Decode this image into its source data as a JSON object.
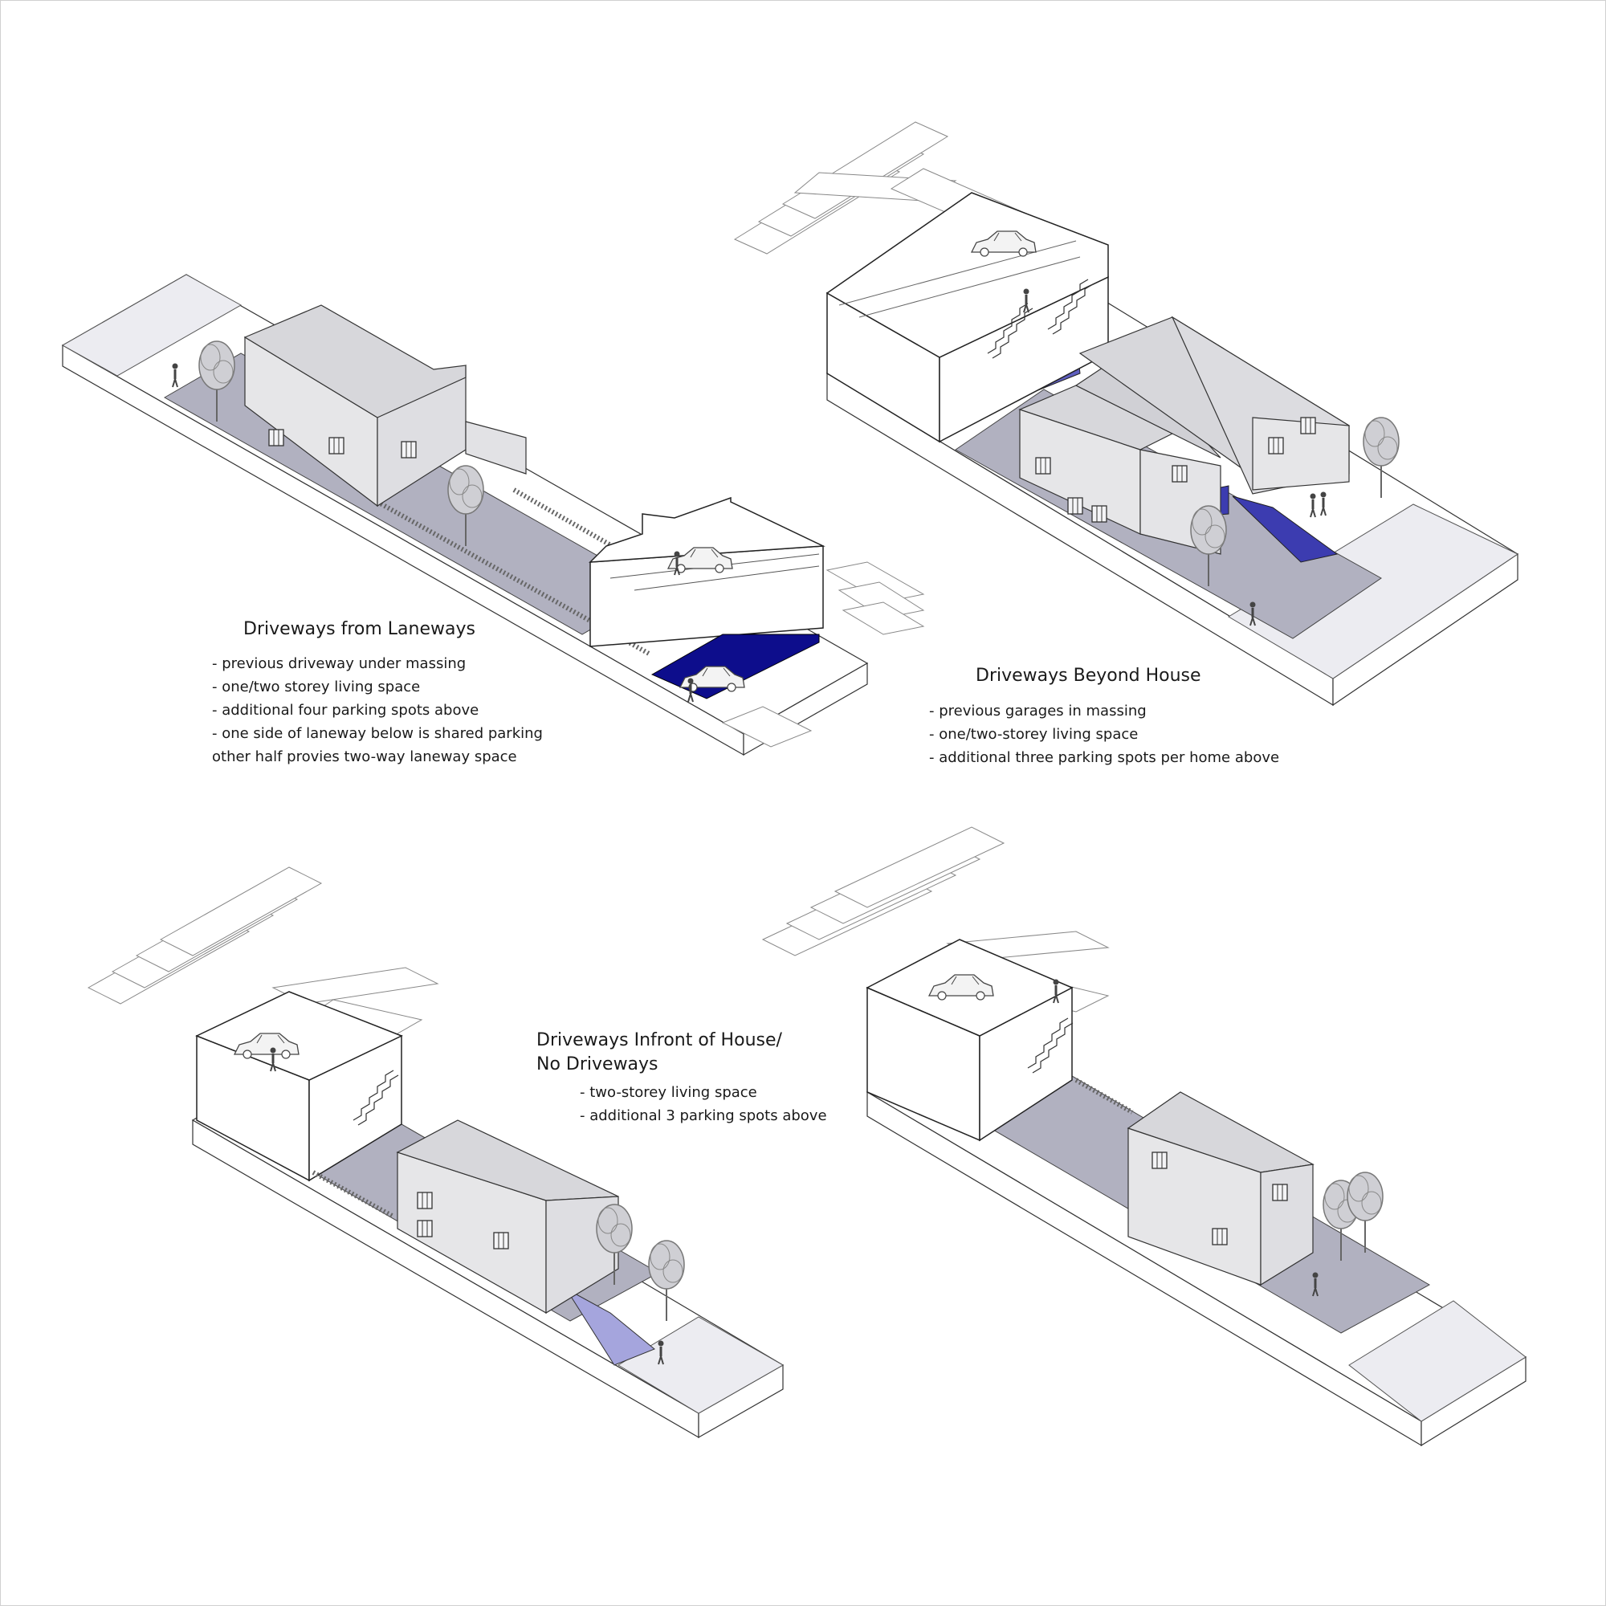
{
  "colors": {
    "ground": "#b1b1c0",
    "building": "#e6e6e8",
    "roof": "#d9d9dc",
    "outline": "#333333",
    "accent_dark": "#0d0d8c",
    "accent_mid": "#5e5ebf",
    "accent_light": "#a5a5dd",
    "sidewalk": "#ececf1"
  },
  "panels": [
    {
      "title": "Driveways from Laneways",
      "notes": [
        "- previous driveway under massing",
        "- one/two storey living space",
        "- additional four parking spots above",
        "- one side of laneway below is shared parking",
        "other half provies two-way laneway space"
      ]
    },
    {
      "title": "Driveways Beyond House",
      "notes": [
        "- previous garages in massing",
        "- one/two-storey living space",
        "- additional three parking spots per home above"
      ]
    },
    {
      "title_lines": [
        "Driveways Infront of House/",
        "No Driveways"
      ],
      "notes": [
        "- two-storey living space",
        "- additional 3 parking spots above"
      ]
    }
  ]
}
